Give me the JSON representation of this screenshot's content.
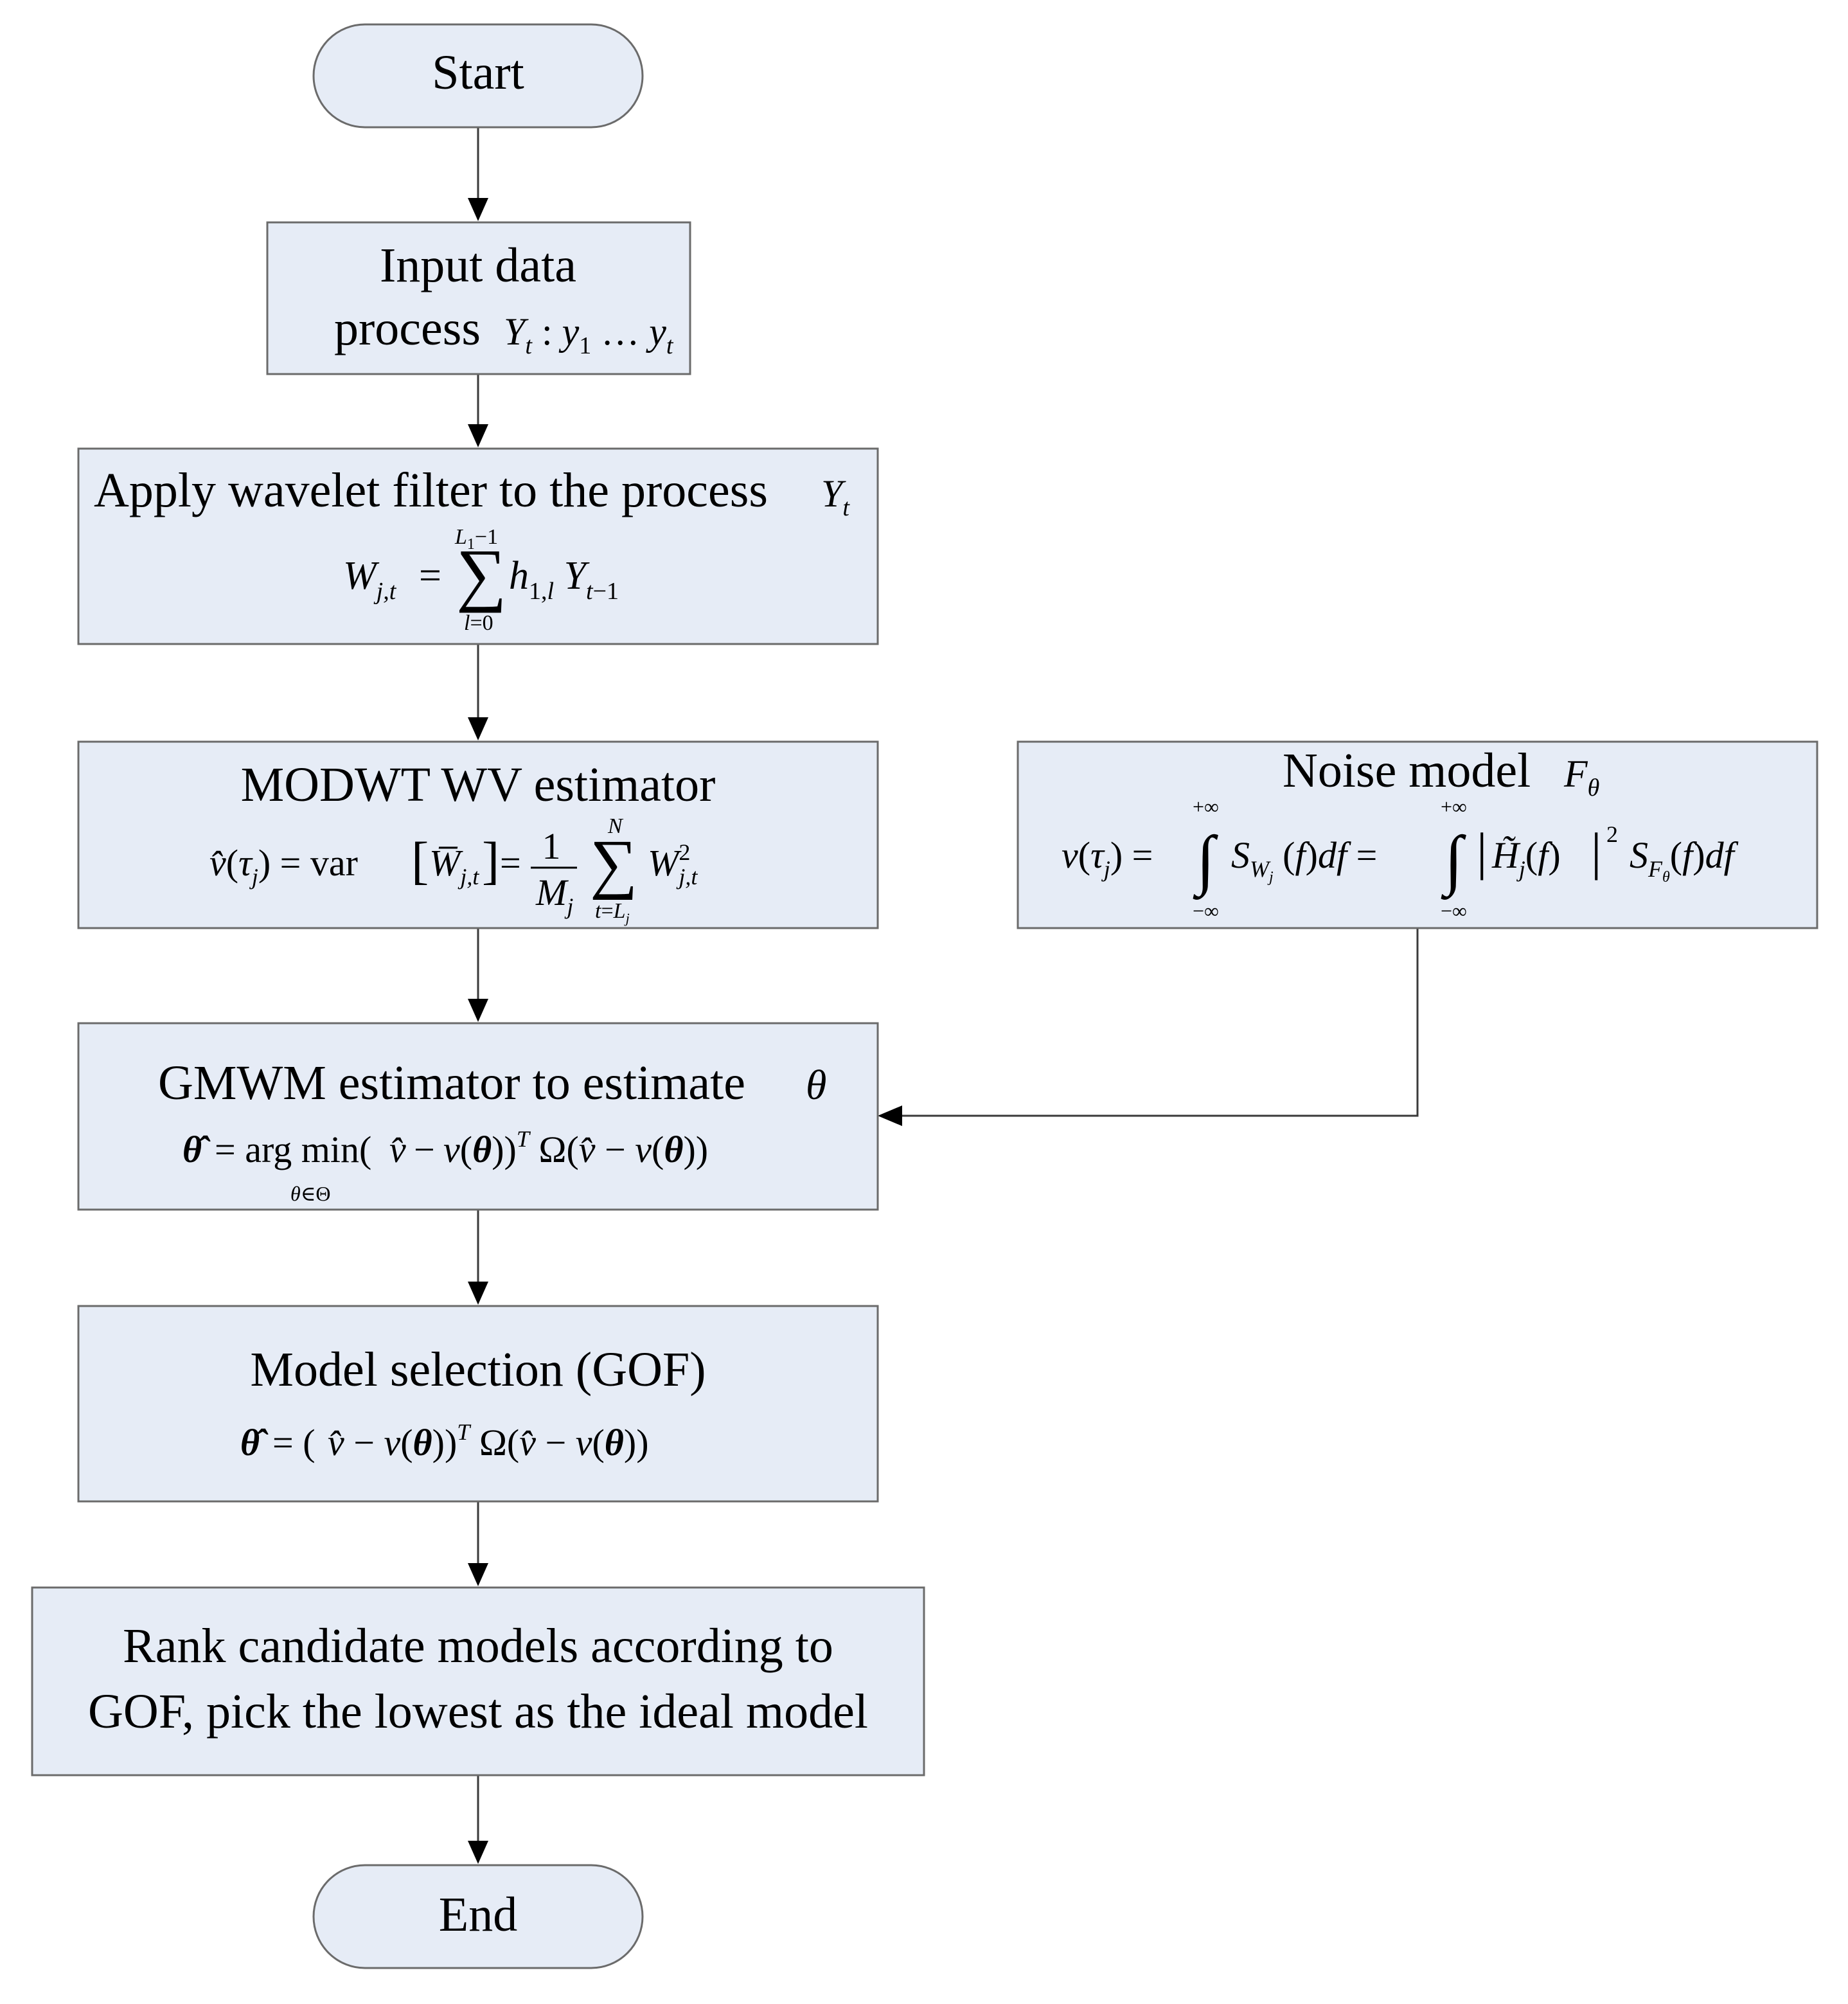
{
  "nodes": {
    "start": {
      "label": "Start"
    },
    "input": {
      "line1": "Input data",
      "line2": "process",
      "formula": "Y_t : y_1 … y_t"
    },
    "wavelet": {
      "title": "Apply wavelet filter to the process",
      "title_var": "Y_t",
      "formula": "W_{j,t} = Σ_{l=0}^{L_1−1} h_{1,l} Y_{t−1}"
    },
    "modwt": {
      "title": "MODWT WV estimator",
      "formula": "v̂(τ_j) = var[W̄_{j,t}] = (1/M_j) Σ_{t=L_j}^{N} W²_{j,t}"
    },
    "noise": {
      "title": "Noise model",
      "title_var": "F_θ",
      "formula": "v(τ_j) = ∫_{−∞}^{+∞} S_{W_j}(f) df = ∫_{−∞}^{+∞} |H̃_j(f)|² S_{F_θ}(f) df"
    },
    "gmwm": {
      "title": "GMWM estimator to estimate",
      "title_var": "θ",
      "formula": "θ̂ = arg min_{θ∈Θ} (v̂ − v(θ))^T Ω (v̂ − v(θ))"
    },
    "model_selection": {
      "title": "Model selection (GOF)",
      "formula": "θ̂ = (v̂ − v(θ))^T Ω (v̂ − v(θ))"
    },
    "rank": {
      "line1": "Rank candidate models according to",
      "line2": "GOF, pick the lowest as the ideal model"
    },
    "end": {
      "label": "End"
    }
  }
}
